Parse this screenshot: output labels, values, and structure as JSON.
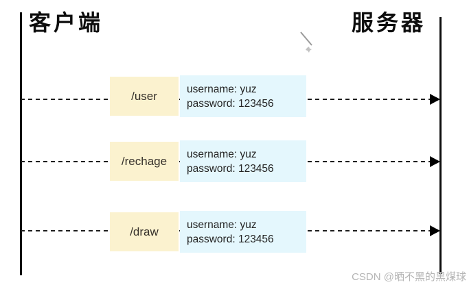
{
  "diagram": {
    "client_label": "客户端",
    "server_label": "服务器",
    "rows": [
      {
        "endpoint": "/user",
        "param_line1": "username: yuz",
        "param_line2": "password: 123456"
      },
      {
        "endpoint": "/rechage",
        "param_line1": "username: yuz",
        "param_line2": "password: 123456"
      },
      {
        "endpoint": "/draw",
        "param_line1": "username: yuz",
        "param_line2": "password: 123456"
      }
    ],
    "colors": {
      "endpoint_box_bg": "#fbf2cf",
      "params_box_bg": "#e4f7fd",
      "line_color": "#0c0c0c",
      "watermark_color": "#b5b5b5"
    }
  },
  "watermark_text": "CSDN @晒不黑的黑煤球"
}
